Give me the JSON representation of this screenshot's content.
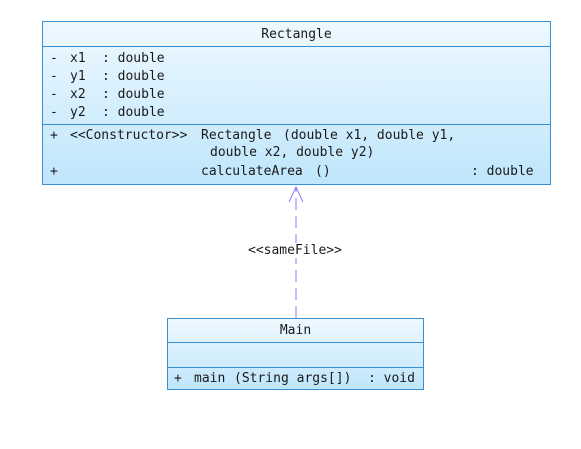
{
  "diagram": {
    "rectangle_class": {
      "name": "Rectangle",
      "attributes": [
        {
          "visibility": "-",
          "name": "x1",
          "type": ": double"
        },
        {
          "visibility": "-",
          "name": "y1",
          "type": ": double"
        },
        {
          "visibility": "-",
          "name": "x2",
          "type": ": double"
        },
        {
          "visibility": "-",
          "name": "y2",
          "type": ": double"
        }
      ],
      "operations": [
        {
          "visibility": "+",
          "stereotype": "<<Constructor>>",
          "name": "Rectangle",
          "params_line1": "(double x1, double y1,",
          "params_line2": "double x2, double y2)",
          "return_type": ""
        },
        {
          "visibility": "+",
          "stereotype": "",
          "name": "calculateArea",
          "params_line1": "()",
          "params_line2": "",
          "return_type": ": double"
        }
      ]
    },
    "main_class": {
      "name": "Main",
      "attributes": [],
      "operations": [
        {
          "visibility": "+",
          "name": "main",
          "params": "(String args[])",
          "return_type": ": void"
        }
      ]
    },
    "dependency": {
      "label": "<<sameFile>>",
      "from": "Main",
      "to": "Rectangle",
      "line_color": "#8a7cf0"
    },
    "colors": {
      "border": "#3a8fd0",
      "fill_top": "#eef8ff",
      "fill_bottom": "#bfe6fb"
    }
  }
}
